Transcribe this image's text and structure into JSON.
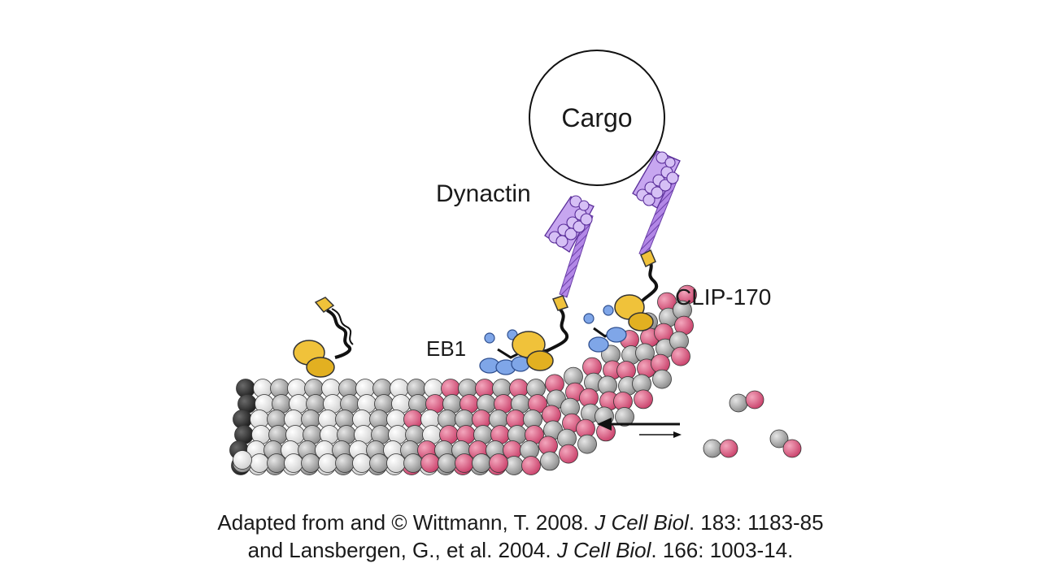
{
  "labels": {
    "cargo": "Cargo",
    "dynactin": "Dynactin",
    "eb1": "EB1",
    "clip170": "CLIP-170"
  },
  "caption": {
    "line1_prefix": "Adapted from and © Wittmann, T. 2008. ",
    "line1_journal": "J Cell Biol",
    "line1_suffix": ". 183: 1183-85",
    "line2_prefix": "and Lansbergen, G., et al. 2004. ",
    "line2_journal": "J Cell Biol",
    "line2_suffix": ". 166: 1003-14."
  },
  "colors": {
    "tubulin_gray": "#9a9a9a",
    "tubulin_white": "#f2f2f2",
    "tubulin_pink": "#d9557a",
    "tubulin_dark": "#2b2b2b",
    "eb1_blue": "#7fa6e8",
    "clip_yellow": "#f0c23a",
    "dynactin_purple": "#b287e6"
  }
}
